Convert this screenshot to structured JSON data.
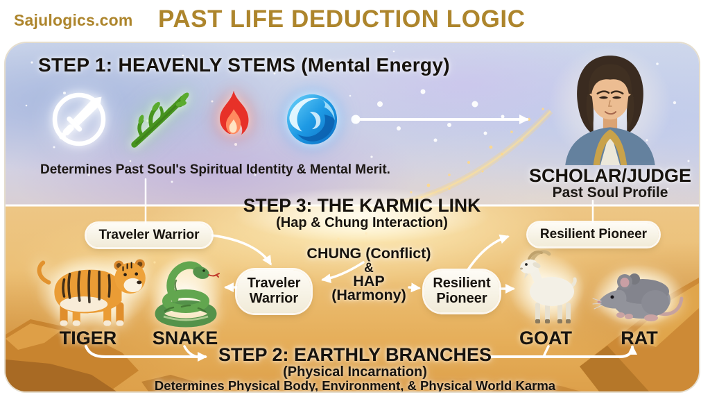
{
  "header": {
    "site": "Sajulogics.com",
    "title": "PAST LIFE DEDUCTION LOGIC"
  },
  "steps": {
    "step1": {
      "title": "STEP 1: HEAVENLY STEMS (Mental Energy)",
      "caption": "Determines Past Soul's Spiritual Identity & Mental Merit.",
      "stems": [
        {
          "icon": "metal-sword-icon"
        },
        {
          "icon": "wood-branch-icon"
        },
        {
          "icon": "fire-flame-icon"
        },
        {
          "icon": "water-wave-icon"
        }
      ],
      "profile": {
        "name": "SCHOLAR/JUDGE",
        "subtitle": "Past Soul Profile",
        "portrait": "scholar-portrait-illustration"
      }
    },
    "step3": {
      "title": "STEP 3: THE KARMIC LINK",
      "subtitle": "(Hap & Chung Interaction)",
      "left_badge": "Traveler Warrior",
      "right_badge": "Resilient Pioneer",
      "left_node": {
        "line1": "Traveler",
        "line2": "Warrior"
      },
      "right_node": {
        "line1": "Resilient",
        "line2": "Pioneer"
      },
      "interaction": {
        "line1": "CHUNG (Conflict)",
        "line2": "&",
        "line3": "HAP",
        "line4": "(Harmony)"
      }
    },
    "step2": {
      "title": "STEP 2: EARTHLY BRANCHES",
      "subtitle": "(Physical Incarnation)",
      "caption": "Determines Physical Body, Environment, & Physical World Karma",
      "branches": [
        {
          "label": "TIGER",
          "icon": "tiger-illustration"
        },
        {
          "label": "SNAKE",
          "icon": "snake-illustration"
        },
        {
          "label": "GOAT",
          "icon": "goat-illustration"
        },
        {
          "label": "RAT",
          "icon": "rat-illustration"
        }
      ]
    }
  },
  "colors": {
    "brand_gold": "#ad852c",
    "heading_text": "#17130e",
    "connector_white": "#ffffff",
    "sky_top": "#cfd8eb",
    "earth_gold": "#ecbf74",
    "fire_red": "#e73128",
    "wood_green": "#47941f",
    "water_blue": "#1e9ae4",
    "metal_white": "#ffffff"
  }
}
